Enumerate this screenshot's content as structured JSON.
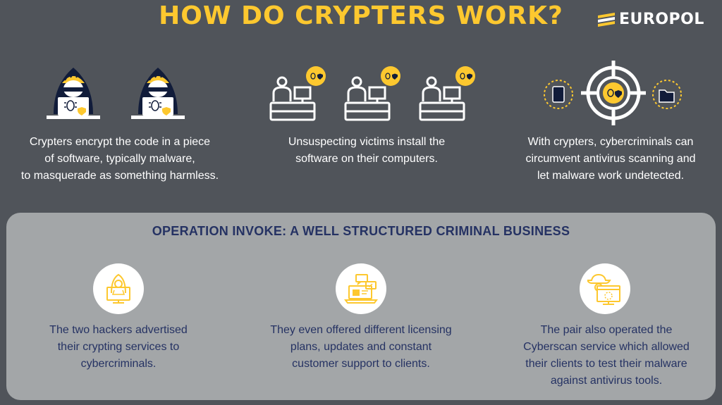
{
  "header": {
    "title": "HOW DO CRYPTERS WORK?",
    "logo_text": "EUROPOL"
  },
  "steps": [
    {
      "icon": "hacker-icon",
      "text": [
        "Crypters encrypt the code in a piece",
        "of software, typically malware,",
        "to masquerade as something harmless."
      ]
    },
    {
      "icon": "computer-user-icon",
      "text": [
        "Unsuspecting victims install the",
        "software on their computers."
      ]
    },
    {
      "icon": "target-icon",
      "text": [
        "With crypters, cybercriminals can",
        "circumvent antivirus scanning and",
        "let malware work undetected."
      ]
    }
  ],
  "operation": {
    "title": "OPERATION INVOKE: A WELL STRUCTURED CRIMINAL BUSINESS",
    "items": [
      {
        "icon": "hacker-computer-icon",
        "text": [
          "The two hackers advertised",
          "their crypting services to",
          "cybercriminals."
        ]
      },
      {
        "icon": "support-laptop-icon",
        "text": [
          "They even offered different licensing",
          "plans, updates and constant",
          "customer support to clients."
        ]
      },
      {
        "icon": "scan-service-icon",
        "text": [
          "The pair also operated the",
          "Cyberscan service which allowed",
          "their clients to test their malware",
          "against antivirus tools."
        ]
      }
    ]
  },
  "colors": {
    "background": "#50545a",
    "accent": "#fdc82f",
    "panel": "#a3a6a8",
    "navy": "#253263"
  }
}
